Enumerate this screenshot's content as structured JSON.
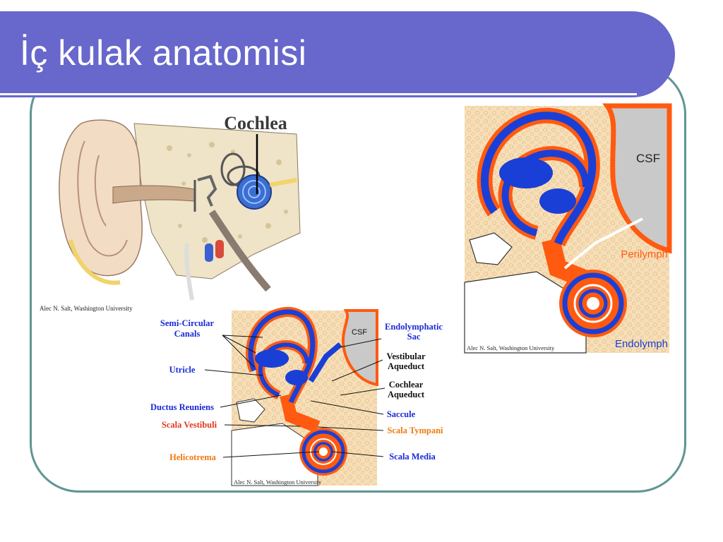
{
  "slide": {
    "title": "İç kulak anatomisi"
  },
  "top_figure": {
    "label": "Cochlea",
    "credit": "Alec N. Salt, Washington University"
  },
  "right_figure": {
    "csf": "CSF",
    "perilymph": "Perilymph",
    "endolymph": "Endolymph",
    "credit": "Alec N. Salt, Washington University"
  },
  "bottom_figure": {
    "csf": "CSF",
    "credit": "Alec N. Salt, Washington University",
    "labels": {
      "semi_circular_1": "Semi-Circular",
      "semi_circular_2": "Canals",
      "utricle": "Utricle",
      "ductus_reuniens": "Ductus Reuniens",
      "scala_vestibuli": "Scala Vestibuli",
      "helicotrema": "Helicotrema",
      "endolymphatic_1": "Endolymphatic",
      "endolymphatic_2": "Sac",
      "vestibular_1": "Vestibular",
      "vestibular_2": "Aqueduct",
      "cochlear_1": "Cochlear",
      "cochlear_2": "Aqueduct",
      "saccule": "Saccule",
      "scala_tympani": "Scala Tympani",
      "scala_media": "Scala Media"
    }
  },
  "colors": {
    "title_bar": "#6767cc",
    "frame_border": "#5f9593",
    "perilymph": "#ff5a10",
    "endolymph": "#1a3fd6",
    "bone_background": "#f6dfb8"
  }
}
